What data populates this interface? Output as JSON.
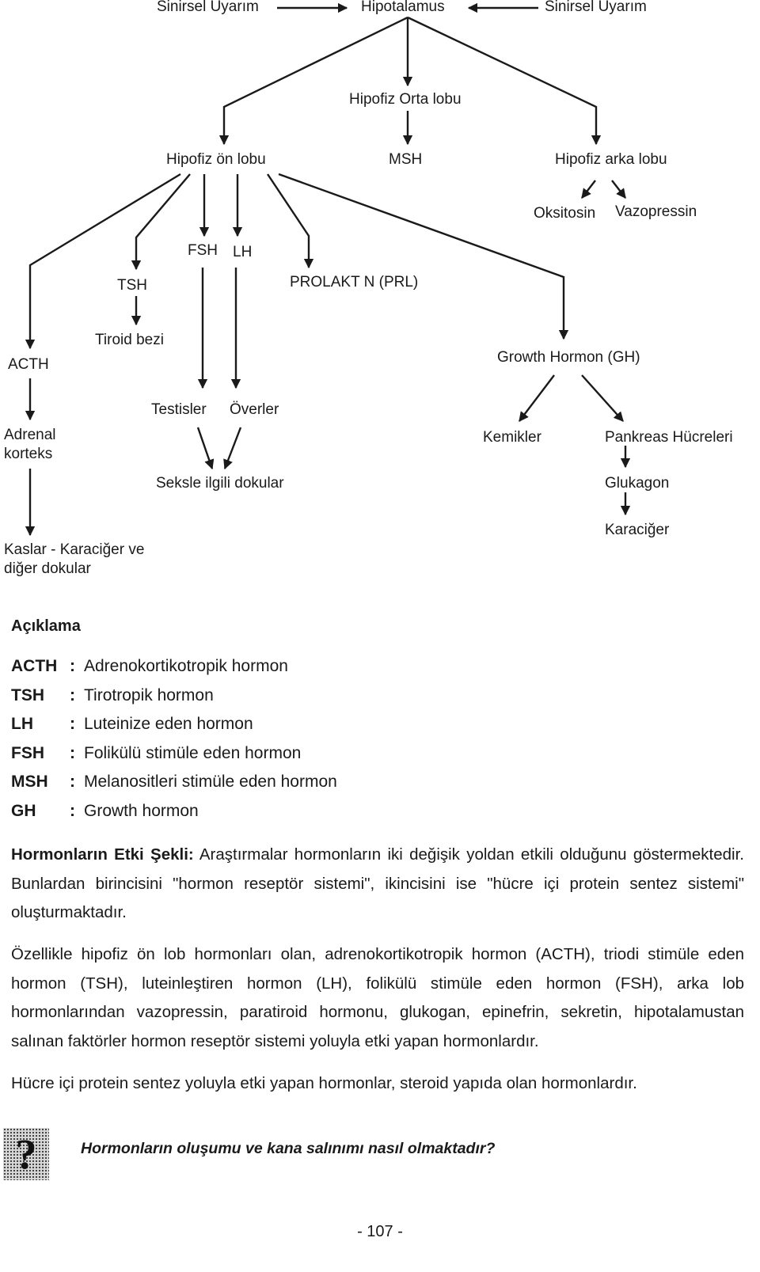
{
  "diagram": {
    "nodes": {
      "sinirsel_left": "Sinirsel Uyarım",
      "hipotalamus": "Hipotalamus",
      "sinirsel_right": "Sinirsel Uyarım",
      "hipofiz_orta": "Hipofiz Orta lobu",
      "hipofiz_on": "Hipofiz ön lobu",
      "msh": "MSH",
      "hipofiz_arka": "Hipofiz arka lobu",
      "oksitosin": "Oksitosin",
      "vazopressin": "Vazopressin",
      "fsh": "FSH",
      "lh": "LH",
      "tsh": "TSH",
      "prolaktin": "PROLAKT   N (PRL)",
      "tiroid": "Tiroid bezi",
      "acth": "ACTH",
      "gh": "Growth Hormon (GH)",
      "testisler": "Testisler",
      "overler": "Överler",
      "adrenal": "Adrenal korteks",
      "kemikler": "Kemikler",
      "pankreas": "Pankreas Hücreleri",
      "seksle": "Seksle ilgili dokular",
      "glukagon": "Glukagon",
      "karaciger": "Karaciğer",
      "kaslar": "Kaslar - Karaciğer ve diğer dokular"
    }
  },
  "legend": {
    "title": "Açıklama",
    "items": [
      {
        "abbr": "ACTH",
        "colon": ":",
        "definition": "Adrenokortikotropik hormon"
      },
      {
        "abbr": "TSH",
        "colon": ":",
        "definition": "Tirotropik hormon"
      },
      {
        "abbr": "LH",
        "colon": ":",
        "definition": "Luteinize eden hormon"
      },
      {
        "abbr": "FSH",
        "colon": ":",
        "definition": "Folikülü stimüle eden hormon"
      },
      {
        "abbr": "MSH",
        "colon": ":",
        "definition": "Melanositleri stimüle eden hormon"
      },
      {
        "abbr": "GH",
        "colon": ":",
        "definition": "Growth hormon"
      }
    ]
  },
  "paragraphs": {
    "p1_lead": "Hormonların Etki Şekli:",
    "p1_body": " Araştırmalar hormonların iki değişik yoldan etkili olduğunu göstermektedir. Bunlardan birincisini \"hormon reseptör sistemi\", ikincisini ise \"hücre içi protein sentez sistemi\" oluşturmaktadır.",
    "p2": "Özellikle hipofiz ön lob hormonları olan, adrenokortikotropik hormon (ACTH), triodi stimüle eden hormon (TSH), luteinleştiren hormon (LH), folikülü stimüle eden hormon (FSH), arka lob hormonlarından vazopressin, paratiroid hormonu, glukogan, epinefrin, sekretin, hipotalamustan salınan faktörler hormon reseptör sistemi yoluyla etki yapan hormonlardır.",
    "p3": "Hücre içi protein sentez yoluyla etki yapan hormonlar, steroid yapıda olan hormonlardır."
  },
  "question": {
    "icon": "question-mark-icon",
    "icon_glyph": "?",
    "text": "Hormonların oluşumu ve kana salınımı nasıl olmaktadır?"
  },
  "page_number": "- 107 -"
}
